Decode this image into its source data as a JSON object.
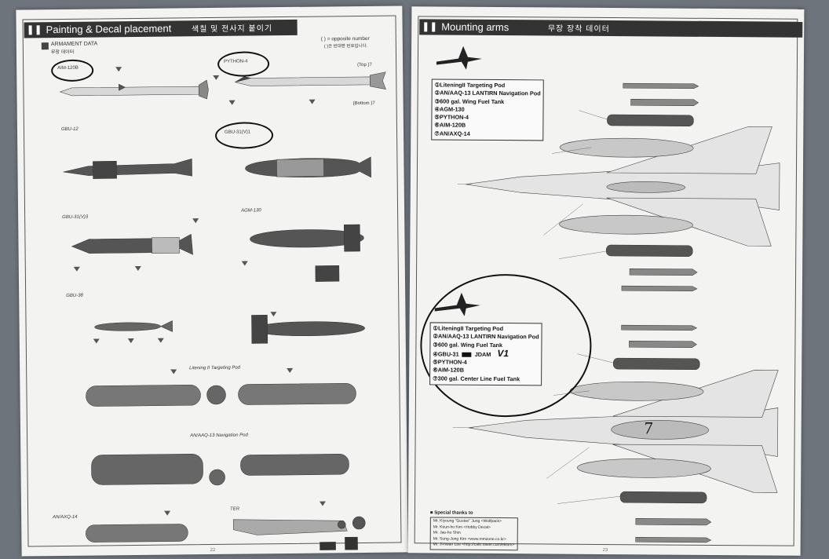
{
  "left_page": {
    "header": {
      "title": "Painting & Decal placement",
      "title_ko": "색칠 및 전사지 붙이기"
    },
    "section": {
      "title": "ARMAMENT DATA",
      "title_ko": "무장 데이터"
    },
    "note": {
      "line1": "( ) = opposite number",
      "line2": "( )은 반대편 번호입니다."
    },
    "labels": {
      "aim120b": "AIM-120B",
      "python4": "PYTHON-4",
      "top": "(Top )7",
      "bottom": "(Bottom )7",
      "gbu12": "GBU-12",
      "gbu31": "GBU-31(V)1",
      "gbu31b": "GBU-31(V)3",
      "agm130": "AGM-130",
      "gbu38": "GBU-38",
      "litening": "Litening II Targeting Pod",
      "lantirn": "AN/AAQ-13 Navigation Pod",
      "anaxq": "AN/AXQ-14",
      "ter": "TER"
    },
    "page_number": "22"
  },
  "right_page": {
    "header": {
      "title": "Mounting arms",
      "title_ko": "무장 장착 데이터"
    },
    "legend_top": [
      "①LiteningII Targeting Pod",
      "②AN/AAQ-13 LANTIRN Navigation Pod",
      "③600 gal. Wing Fuel Tank",
      "④AGM-130",
      "⑤PYTHON-4",
      "⑥AIM-120B",
      "⑦AN/AXQ-14"
    ],
    "legend_bottom": [
      "①LiteningII Targeting Pod",
      "②AN/AAQ-13 LANTIRN Navigation Pod",
      "③600 gal. Wing Fuel Tank",
      "④GBU-31",
      "⑤PYTHON-4",
      "⑥AIM-120B",
      "⑦300 gal. Center Line Fuel Tank"
    ],
    "legend_bottom_extra": {
      "jdam": "JDAM",
      "handwritten": "V1"
    },
    "tank_number": "7",
    "special_thanks": {
      "title": "■ Special thanks to",
      "lines": [
        "Mr. Kiyoung \"Gustav\" Jung <Wolfpack>",
        "Mr. Keun-ho Kim <Hobby Decal>",
        "Mr. Jae-ho Shin",
        "Mr. Sung-Jong Kim <www.mmzone.co.kr>",
        "Mr. Ji-hwan Lee <http://cafe.naver.com/ekiom>"
      ]
    },
    "page_number": "23"
  }
}
